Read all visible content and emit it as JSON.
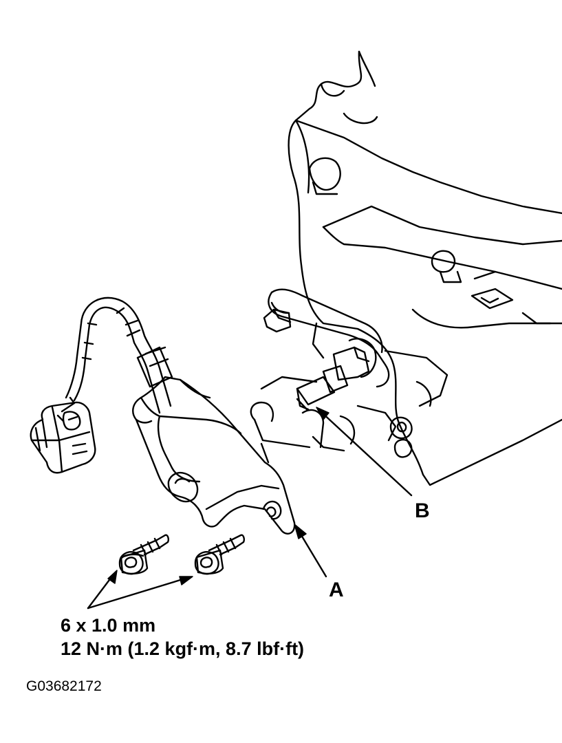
{
  "figure": {
    "callout_a": "A",
    "callout_b": "B",
    "bolt_size": "6 x 1.0 mm",
    "torque": "12 N·m (1.2 kgf·m, 8.7 lbf·ft)",
    "figure_id": "G03682172"
  },
  "colors": {
    "ink": "#000000",
    "paper": "#ffffff"
  }
}
